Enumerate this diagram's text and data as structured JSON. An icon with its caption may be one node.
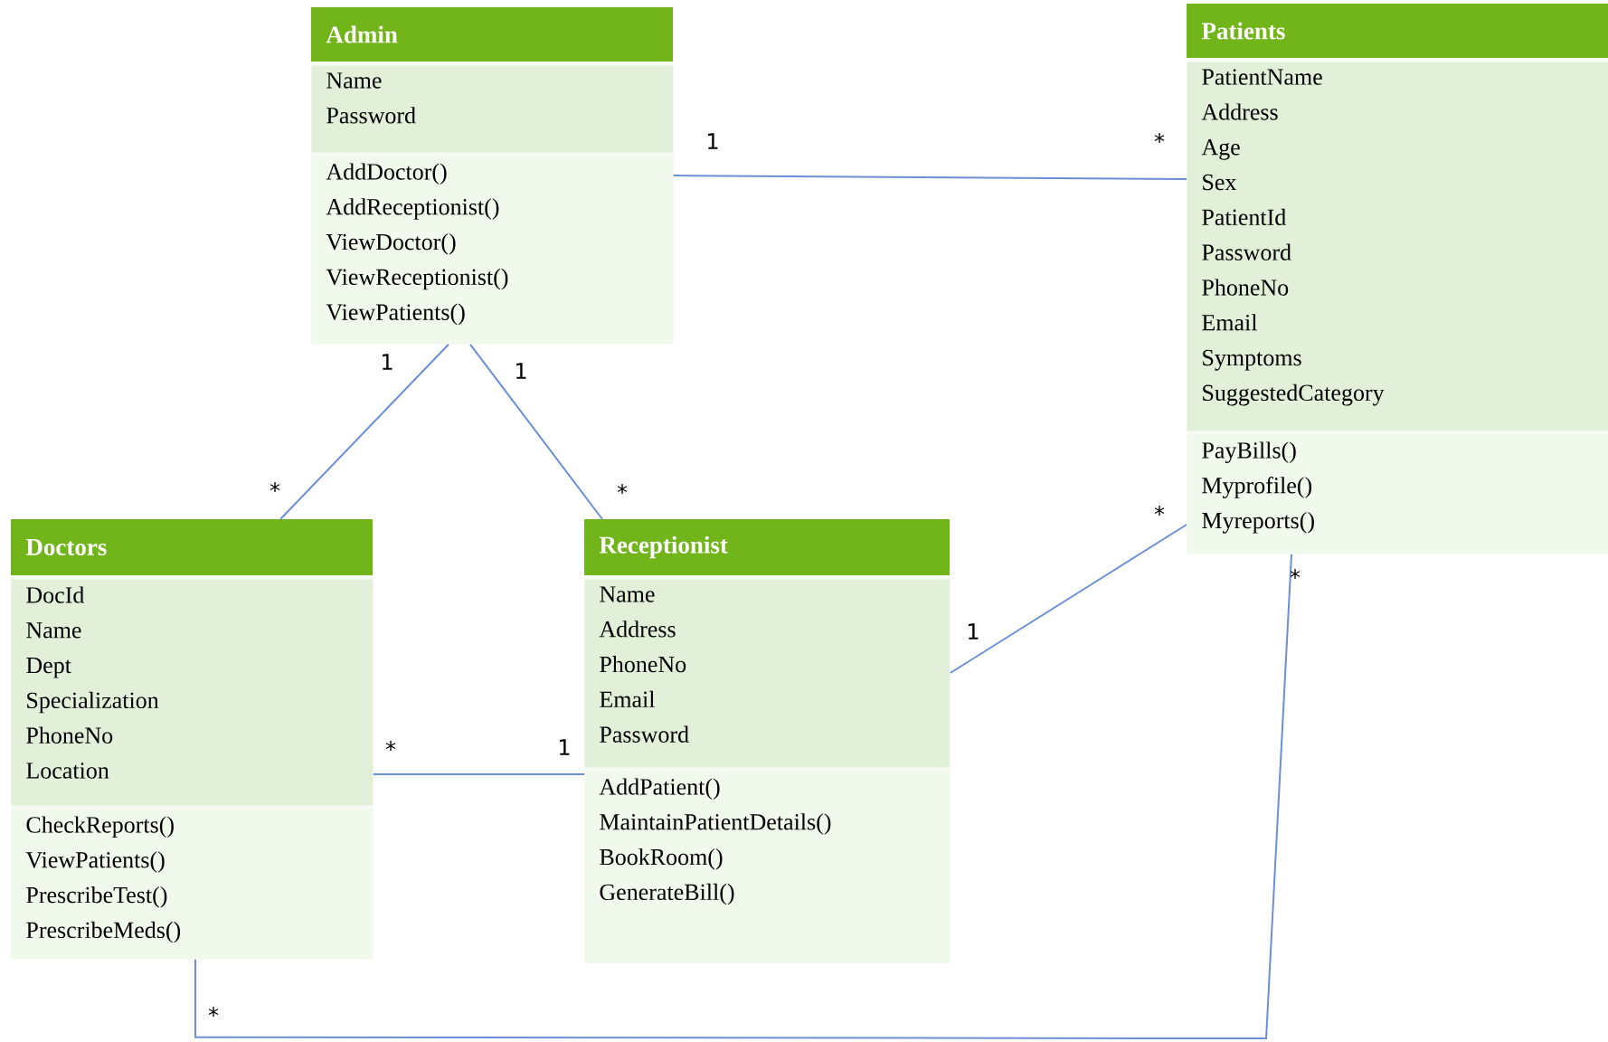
{
  "diagram": {
    "nodes": [
      {
        "text": [
          "Admin"
        ]
      },
      {
        "text": [
          "Name",
          "Password"
        ],
        "in": 0
      },
      {
        "text": [
          "AddDoctor()",
          "AddReceptionist()",
          "ViewDoctor()",
          "ViewReceptionist()",
          "ViewPatients()"
        ],
        "in": 0
      },
      {
        "text": [
          "Patients"
        ]
      },
      {
        "text": [
          "PatientName",
          "Address",
          "Age",
          "Sex",
          "PatientId",
          "Password",
          "PhoneNo",
          "Email",
          "Symptoms",
          "SuggestedCategory"
        ],
        "in": 3
      },
      {
        "text": [
          "PayBills()",
          "Myprofile()",
          "Myreports()"
        ],
        "in": 3
      },
      {
        "text": [
          "Doctors"
        ]
      },
      {
        "text": [
          "DocId",
          "Name",
          "Dept",
          "Specialization",
          "PhoneNo",
          "Location"
        ],
        "in": 6
      },
      {
        "text": [
          "CheckReports()",
          "ViewPatients()",
          "PrescribeTest()",
          "PrescribeMeds()"
        ],
        "in": 6
      },
      {
        "text": [
          "Receptionist"
        ]
      },
      {
        "text": [
          "Name",
          "Address",
          "PhoneNo",
          "Email",
          "Password"
        ],
        "in": 9
      },
      {
        "text": [
          "AddPatient()",
          "MaintainPatientDetails()",
          "BookRoom()",
          "GenerateBill()"
        ],
        "in": 9
      }
    ],
    "edges": [
      {
        "from": 0,
        "to": 3,
        "arrow": "none"
      },
      {
        "from": 0,
        "to": 6,
        "arrow": "none"
      },
      {
        "from": 0,
        "to": 9,
        "arrow": "none"
      },
      {
        "from": 6,
        "to": 9,
        "arrow": "none"
      },
      {
        "from": 9,
        "to": 3,
        "arrow": "none"
      },
      {
        "from": 6,
        "to": 3,
        "arrow": "none"
      }
    ],
    "labels": [
      "1",
      "*",
      "1",
      "1",
      "*",
      "*",
      "*",
      "*",
      "1",
      "*",
      "1",
      "*"
    ]
  }
}
